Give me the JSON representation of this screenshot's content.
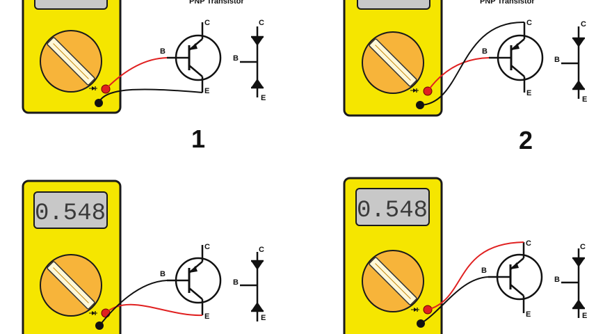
{
  "colors": {
    "meter_body": "#f5e600",
    "meter_outline": "#1a1a1a",
    "display": "#c8c8c8",
    "dial": "#f7b43a",
    "probe_red": "#e02020",
    "probe_black": "#111111"
  },
  "panels": [
    {
      "heading": "PNP Transistor",
      "step": "1",
      "reading": "",
      "pin_c": "C",
      "pin_b": "B",
      "pin_e": "E"
    },
    {
      "heading": "PNP Transistor",
      "step": "2",
      "reading": "",
      "pin_c": "C",
      "pin_b": "B",
      "pin_e": "E"
    },
    {
      "heading": "",
      "step": "",
      "reading": "0.548",
      "pin_c": "C",
      "pin_b": "B",
      "pin_e": "E"
    },
    {
      "heading": "",
      "step": "",
      "reading": "0.548",
      "pin_c": "C",
      "pin_b": "B",
      "pin_e": "E"
    }
  ],
  "diode_symbol": {
    "label_c": "C",
    "label_b": "B",
    "label_e": "E"
  },
  "icons": {
    "diode_mode": "diode-icon",
    "dial": "dial-knob-icon"
  }
}
